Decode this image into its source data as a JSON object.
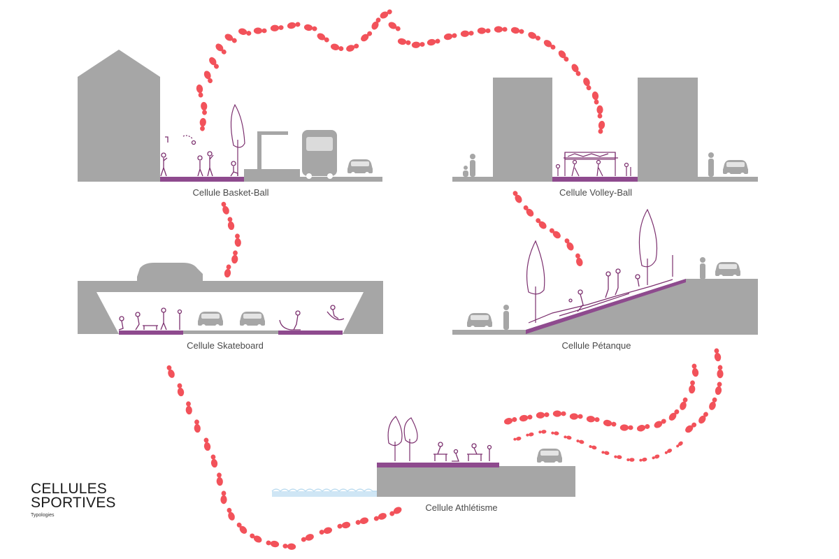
{
  "title": {
    "line1": "CELLULES",
    "line2": "SPORTIVES",
    "subtitle": "Typologies"
  },
  "cells": [
    {
      "id": "basket",
      "label": "Cellule Basket-Ball"
    },
    {
      "id": "volley",
      "label": "Cellule Volley-Ball"
    },
    {
      "id": "skate",
      "label": "Cellule Skateboard"
    },
    {
      "id": "petanque",
      "label": "Cellule Pétanque"
    },
    {
      "id": "athletisme",
      "label": "Cellule Athlétisme"
    }
  ],
  "colors": {
    "ground": "#a6a6a6",
    "sport_surface": "#8e4a8e",
    "figure_sketch": "#7b2f6e",
    "footprints": "#f2525a",
    "water": "#cfe6f5",
    "caption_text": "#4a4a4a"
  },
  "icons": [
    "footprint-icon",
    "car-icon",
    "bus-icon",
    "tree-sketch-icon",
    "person-sketch-icon",
    "water-waves-icon"
  ]
}
